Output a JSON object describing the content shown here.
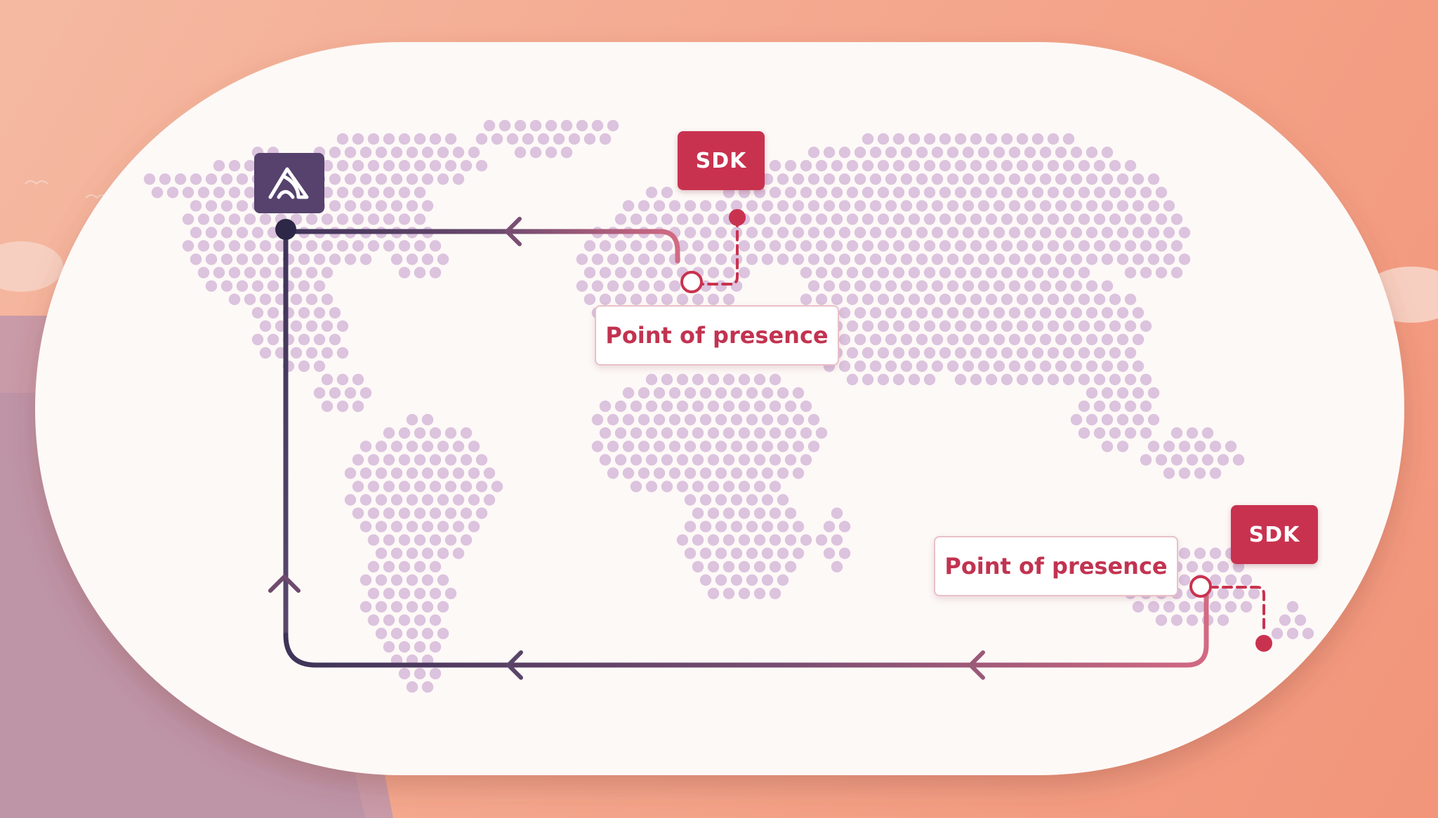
{
  "diagram": {
    "sdk_top_label": "SDK",
    "sdk_bottom_label": "SDK",
    "pop_top_label": "Point of presence",
    "pop_bottom_label": "Point of presence",
    "logo_icon": "sentry-logo-icon"
  },
  "colors": {
    "background": "#f4a88e",
    "card": "#fdf9f7",
    "map_dots": "#dcc3de",
    "sdk": "#c9324f",
    "path_dark": "#3e3358",
    "path_light": "#d36a83",
    "logo_bg": "#56426d"
  }
}
